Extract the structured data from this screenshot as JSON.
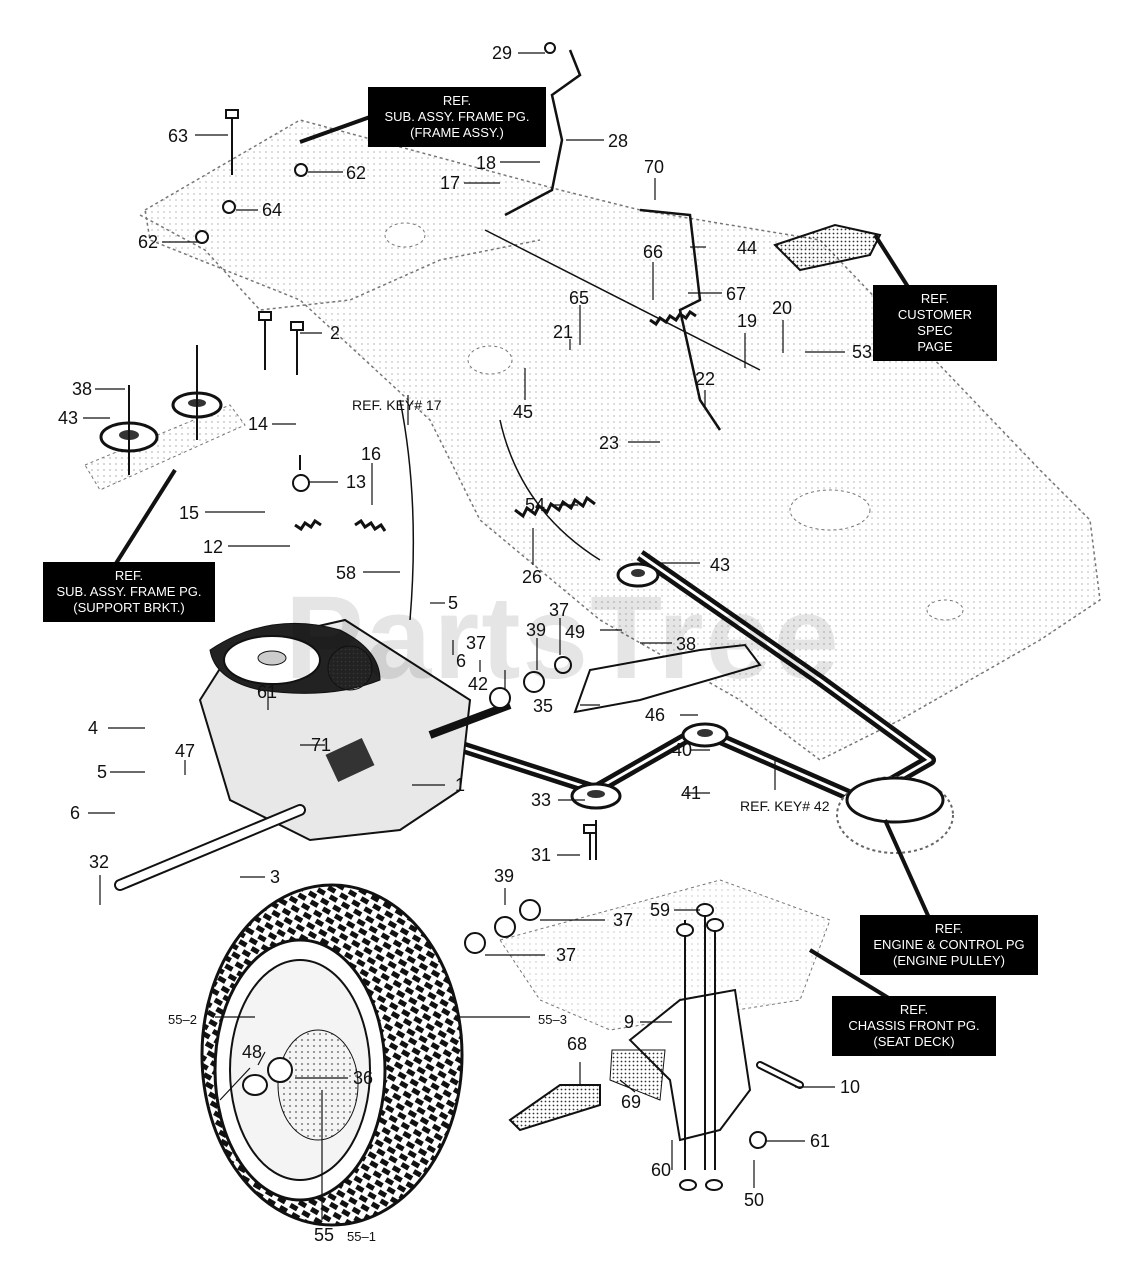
{
  "watermark": "PartsTree",
  "callouts": {
    "frame_assy": [
      "REF.",
      "SUB. ASSY. FRAME PG.",
      "(FRAME ASSY.)"
    ],
    "customer_spec": [
      "REF.",
      "CUSTOMER SPEC",
      "PAGE"
    ],
    "support_brkt": [
      "REF.",
      "SUB. ASSY. FRAME PG.",
      "(SUPPORT BRKT.)"
    ],
    "engine_pulley": [
      "REF.",
      "ENGINE & CONTROL PG",
      "(ENGINE PULLEY)"
    ],
    "seat_deck": [
      "REF.",
      "CHASSIS FRONT PG.",
      "(SEAT DECK)"
    ]
  },
  "ref_labels": {
    "key17": "REF. KEY# 17",
    "key42": "REF. KEY# 42"
  },
  "part_numbers": {
    "p29": "29",
    "p28": "28",
    "p63": "63",
    "p62a": "62",
    "p64": "64",
    "p18": "18",
    "p17": "17",
    "p70": "70",
    "p44": "44",
    "p62b": "62",
    "p66": "66",
    "p67": "67",
    "p65": "65",
    "p20": "20",
    "p21": "21",
    "p19": "19",
    "p53": "53",
    "p2": "2",
    "p38a": "38",
    "p43a": "43",
    "p45": "45",
    "p22": "22",
    "p23": "23",
    "p14": "14",
    "p16": "16",
    "p13": "13",
    "p54": "54",
    "p15": "15",
    "p12": "12",
    "p26": "26",
    "p43b": "43",
    "p58": "58",
    "p5a": "5",
    "p37a": "37",
    "p39a": "39",
    "p49": "49",
    "p38b": "38",
    "p6a": "6",
    "p37b": "37",
    "p42": "42",
    "p61a": "61",
    "p35": "35",
    "p46": "46",
    "p4": "4",
    "p71": "71",
    "p47": "47",
    "p40": "40",
    "p5b": "5",
    "p1": "1",
    "p41": "41",
    "p33": "33",
    "p6b": "6",
    "p31": "31",
    "p32": "32",
    "p3": "3",
    "p39b": "39",
    "p59": "59",
    "p37c": "37",
    "p37d": "37",
    "p9": "9",
    "p55_2": "55–2",
    "p55_3": "55–3",
    "p68": "68",
    "p48": "48",
    "p36": "36",
    "p10": "10",
    "p69": "69",
    "p61b": "61",
    "p60": "60",
    "p50": "50",
    "p55": "55",
    "p55_1": "55–1"
  }
}
